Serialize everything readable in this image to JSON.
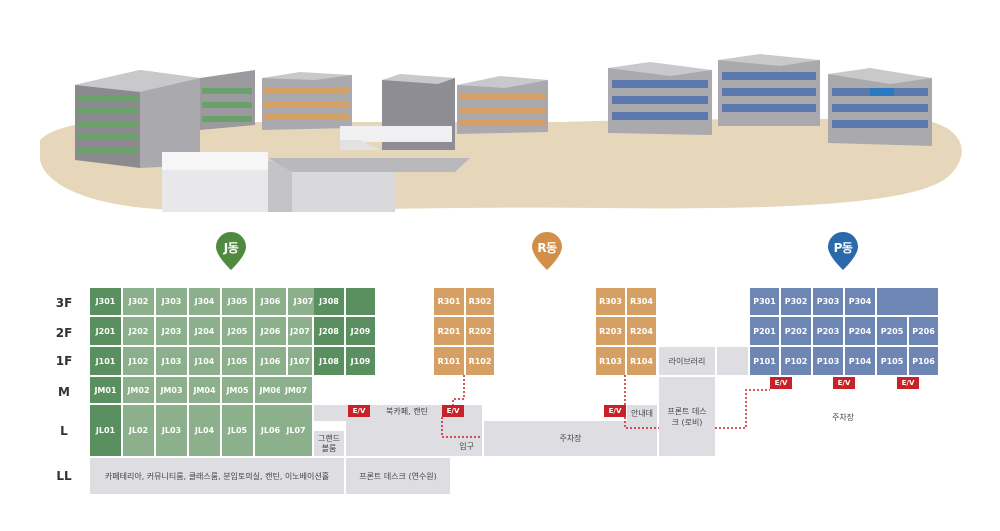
{
  "buildings": [
    {
      "id": "J",
      "label": "J동",
      "color": "#4f8a3f"
    },
    {
      "id": "R",
      "label": "R동",
      "color": "#d28f49"
    },
    {
      "id": "P",
      "label": "P동",
      "color": "#2a6aab"
    }
  ],
  "floors": [
    "3F",
    "2F",
    "1F",
    "M",
    "L",
    "LL"
  ],
  "j_rooms": {
    "f3": [
      "J301",
      "J302",
      "J303",
      "J304",
      "J305",
      "J306",
      "J307",
      "J308"
    ],
    "f2": [
      "J201",
      "J202",
      "J203",
      "J204",
      "J205",
      "J206",
      "J207",
      "J208",
      "J209"
    ],
    "f1": [
      "J101",
      "J102",
      "J103",
      "J104",
      "J105",
      "J106",
      "J107",
      "J108",
      "J109"
    ],
    "m": [
      "JM01",
      "JM02",
      "JM03",
      "JM04",
      "JM05",
      "JM06",
      "JM07"
    ],
    "l": [
      "JL01",
      "JL02",
      "JL03",
      "JL04",
      "JL05",
      "JL06",
      "JL07"
    ]
  },
  "r_rooms": {
    "left": [
      "R301",
      "R302",
      "R201",
      "R202",
      "R101",
      "R102"
    ],
    "right": [
      "R303",
      "R304",
      "R203",
      "R204",
      "R103",
      "R104"
    ]
  },
  "p_rooms": {
    "f3": [
      "P301",
      "P302",
      "P303",
      "P304"
    ],
    "f2": [
      "P201",
      "P202",
      "P203",
      "P204",
      "P205",
      "P206"
    ],
    "f1": [
      "P101",
      "P102",
      "P103",
      "P104",
      "P105",
      "P106"
    ]
  },
  "facilities": {
    "library": "라이브러리",
    "book_cafe": "북카페, 캔틴",
    "grand_hall": "그랜드 볼룸",
    "entrance": "입구",
    "parking_mid": "주차장",
    "info_desk": "안내데",
    "front_desk_lobby": "프론트 데스크 (로비)",
    "parking_right": "주차장",
    "ll_left": "카페테리아, 커뮤니티룸, 클래스룸, 분임토의실, 캔틴, 이노베이션홀",
    "ll_right": "프론트 데스크 (연수원)"
  },
  "ev_label": "E/V",
  "colors": {
    "j_dark": "#5a8f5f",
    "j_light": "#8caf8c",
    "r": "#d6a064",
    "p": "#6d86b3",
    "facility_gray": "#dedde2",
    "elevator_red": "#c92128",
    "ground_sand": "#e6d7ba"
  }
}
